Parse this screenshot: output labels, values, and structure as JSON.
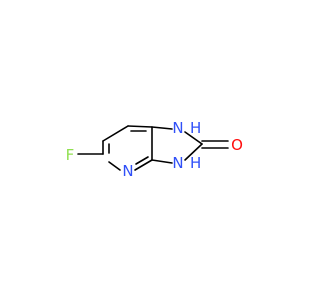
{
  "molecule": {
    "atoms": {
      "fluorine": {
        "label": "F",
        "color": "#90e050"
      },
      "pyridine_n": {
        "label": "N",
        "color": "#3050f8"
      },
      "nh_top": {
        "label": "N",
        "h": "H",
        "color": "#3050f8"
      },
      "nh_bottom": {
        "label": "N",
        "h": "H",
        "color": "#3050f8"
      },
      "oxygen": {
        "label": "O",
        "color": "#ff0d0d"
      }
    },
    "bond_color": "#000000"
  }
}
